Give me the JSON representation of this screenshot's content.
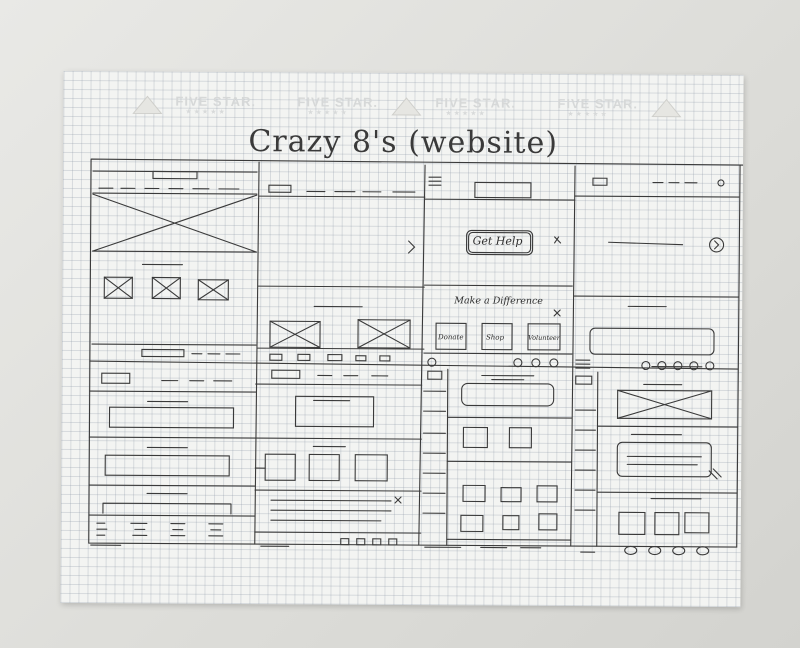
{
  "page": {
    "title": "Crazy 8's (website)"
  },
  "brand": {
    "watermark": "FIVE STAR.",
    "stars": "★★★★★"
  },
  "sketch": {
    "get_help": "Get Help",
    "make_difference": "Make a Difference",
    "donate": "Donate",
    "shop": "Shop",
    "volunteer": "Volunteer"
  },
  "colors": {
    "pencil": "#3a3a3a",
    "paper": "#f3f4f2",
    "grid": "#a8b0bc"
  }
}
